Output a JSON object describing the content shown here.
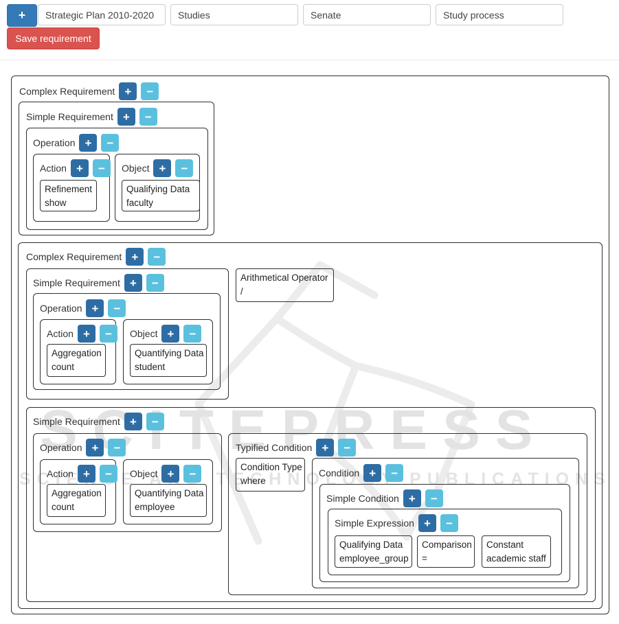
{
  "toolbar": {
    "add_button": "+",
    "fields": [
      "Strategic Plan 2010-2020",
      "Studies",
      "Senate",
      "Study process"
    ],
    "save_button": "Save requirement"
  },
  "buttons": {
    "plus": "+",
    "minus": "−"
  },
  "watermark": {
    "title": "SCITEPRESS",
    "subtitle": "SCIENCE AND TECHNOLOGY PUBLICATIONS"
  },
  "colors": {
    "primary": "#337ab7",
    "plus_button": "#2e6da4",
    "minus_button": "#5bc0de",
    "save_button": "#d9534f",
    "box_border": "#2f2f2f",
    "watermark": "#e3e3e3"
  },
  "tree": {
    "complex_requirement_1": {
      "label": "Complex Requirement",
      "simple_requirement": {
        "label": "Simple Requirement",
        "operation": {
          "label": "Operation",
          "action": {
            "label": "Action",
            "value": {
              "line1": "Refinement",
              "line2": "show"
            }
          },
          "object": {
            "label": "Object",
            "value": {
              "line1": "Qualifying Data",
              "line2": "faculty"
            }
          }
        }
      }
    },
    "complex_requirement_2": {
      "label": "Complex Requirement",
      "arithmetical_operator": {
        "line1": "Arithmetical Operator",
        "line2": "/"
      },
      "simple_requirement_1": {
        "label": "Simple Requirement",
        "operation": {
          "label": "Operation",
          "action": {
            "label": "Action",
            "value": {
              "line1": "Aggregation",
              "line2": "count"
            }
          },
          "object": {
            "label": "Object",
            "value": {
              "line1": "Quantifying Data",
              "line2": "student"
            }
          }
        }
      },
      "simple_requirement_2": {
        "label": "Simple Requirement",
        "operation": {
          "label": "Operation",
          "action": {
            "label": "Action",
            "value": {
              "line1": "Aggregation",
              "line2": "count"
            }
          },
          "object": {
            "label": "Object",
            "value": {
              "line1": "Quantifying Data",
              "line2": "employee"
            }
          }
        },
        "typified_condition": {
          "label": "Typified Condition",
          "condition_type": {
            "line1": "Condition Type",
            "line2": "where"
          },
          "condition": {
            "label": "Condition",
            "simple_condition": {
              "label": "Simple Condition",
              "simple_expression": {
                "label": "Simple Expression",
                "operand": {
                  "line1": "Qualifying Data",
                  "line2": "employee_group"
                },
                "comparison": {
                  "line1": "Comparison",
                  "line2": "="
                },
                "constant": {
                  "line1": "Constant",
                  "line2": "academic staff"
                }
              }
            }
          }
        }
      }
    }
  }
}
